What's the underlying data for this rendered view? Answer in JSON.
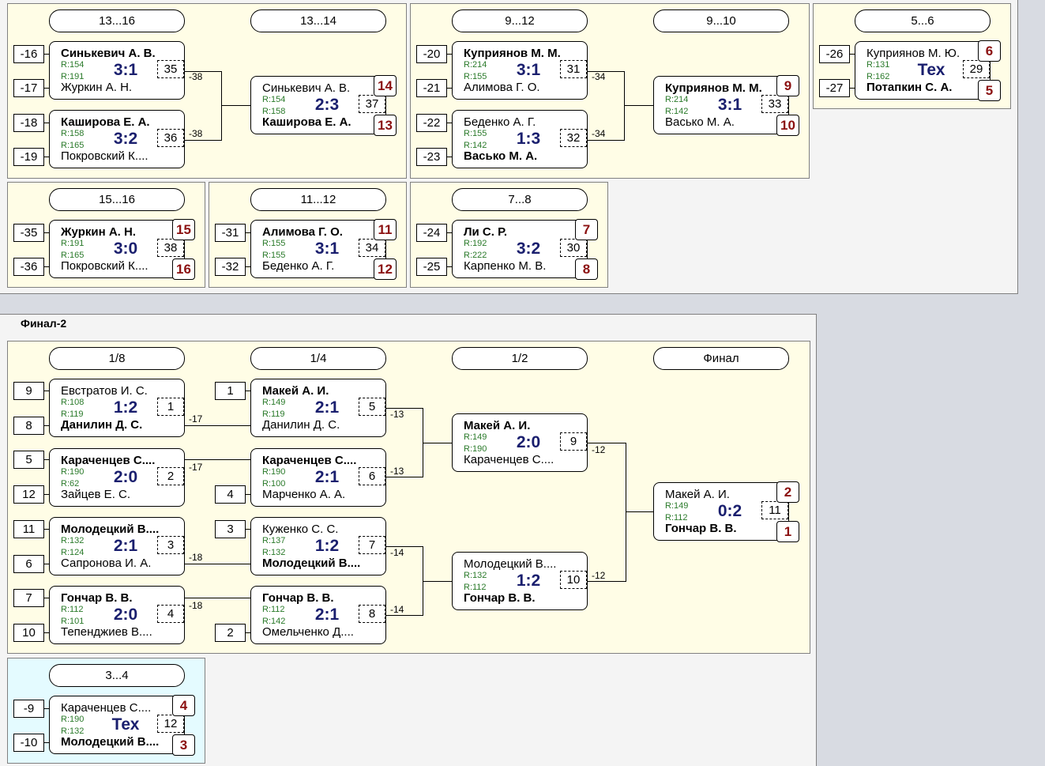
{
  "sections": {
    "final2_title": "Финал-2"
  },
  "round_labels": {
    "r13_16": "13...16",
    "r13_14": "13...14",
    "r9_12": "9...12",
    "r9_10": "9...10",
    "r5_6": "5...6",
    "r15_16": "15...16",
    "r11_12": "11...12",
    "r7_8": "7...8",
    "r1_8": "1/8",
    "r1_4": "1/4",
    "r1_2": "1/2",
    "final": "Финал",
    "r3_4": "3...4"
  },
  "seeds": {
    "s1": "-16",
    "s2": "-17",
    "s3": "-18",
    "s4": "-19",
    "s5": "-20",
    "s6": "-21",
    "s7": "-22",
    "s8": "-23",
    "s9": "-26",
    "s10": "-27",
    "s11": "-35",
    "s12": "-36",
    "s13": "-31",
    "s14": "-32",
    "s15": "-24",
    "s16": "-25",
    "f1": "9",
    "f2": "8",
    "f3": "5",
    "f4": "12",
    "f5": "11",
    "f6": "6",
    "f7": "7",
    "f8": "10",
    "q1": "1",
    "q2": "4",
    "q3": "3",
    "q4": "2",
    "t1": "-9",
    "t2": "-10"
  },
  "link_labels": {
    "l1": "-38",
    "l2": "-38",
    "l3": "-34",
    "l4": "-34",
    "f1": "-17",
    "f2": "-17",
    "f3": "-18",
    "f4": "-18",
    "q1": "-13",
    "q2": "-13",
    "q3": "-14",
    "q4": "-14",
    "s1": "-12",
    "s2": "-12"
  },
  "matches": {
    "m1": {
      "top": "Синькевич А. В.",
      "top_rating": "R:154",
      "bottom": "Журкин А. Н.",
      "bottom_rating": "R:191",
      "score": "3:1",
      "game": "35"
    },
    "m2": {
      "top": "Каширова Е. А.",
      "top_rating": "R:158",
      "bottom": "Покровский К....",
      "bottom_rating": "R:165",
      "score": "3:2",
      "game": "36"
    },
    "m3": {
      "top": "Синькевич А. В.",
      "top_rating": "R:154",
      "bottom": "Каширова Е. А.",
      "bottom_rating": "R:158",
      "score": "2:3",
      "game": "37",
      "place_top": "14",
      "place_bottom": "13"
    },
    "m4": {
      "top": "Куприянов М. М.",
      "top_rating": "R:214",
      "bottom": "Алимова Г. О.",
      "bottom_rating": "R:155",
      "score": "3:1",
      "game": "31"
    },
    "m5": {
      "top": "Беденко А. Г.",
      "top_rating": "R:155",
      "bottom": "Васько М. А.",
      "bottom_rating": "R:142",
      "score": "1:3",
      "game": "32"
    },
    "m6": {
      "top": "Куприянов М. М.",
      "top_rating": "R:214",
      "bottom": "Васько М. А.",
      "bottom_rating": "R:142",
      "score": "3:1",
      "game": "33",
      "place_top": "9",
      "place_bottom": "10"
    },
    "m7": {
      "top": "Куприянов М. Ю.",
      "top_rating": "R:131",
      "bottom": "Потапкин С. А.",
      "bottom_rating": "R:162",
      "score": "Тех",
      "game": "29",
      "place_top": "6",
      "place_bottom": "5"
    },
    "m8": {
      "top": "Журкин А. Н.",
      "top_rating": "R:191",
      "bottom": "Покровский К....",
      "bottom_rating": "R:165",
      "score": "3:0",
      "game": "38",
      "place_top": "15",
      "place_bottom": "16"
    },
    "m9": {
      "top": "Алимова Г. О.",
      "top_rating": "R:155",
      "bottom": "Беденко А. Г.",
      "bottom_rating": "R:155",
      "score": "3:1",
      "game": "34",
      "place_top": "11",
      "place_bottom": "12"
    },
    "m10": {
      "top": "Ли С. Р.",
      "top_rating": "R:192",
      "bottom": "Карпенко М. В.",
      "bottom_rating": "R:222",
      "score": "3:2",
      "game": "30",
      "place_top": "7",
      "place_bottom": "8"
    },
    "f1": {
      "top": "Евстратов И. С.",
      "top_rating": "R:108",
      "bottom": "Данилин Д. С.",
      "bottom_rating": "R:119",
      "score": "1:2",
      "game": "1"
    },
    "f2": {
      "top": "Караченцев С....",
      "top_rating": "R:190",
      "bottom": "Зайцев Е. С.",
      "bottom_rating": "R:62",
      "score": "2:0",
      "game": "2"
    },
    "f3": {
      "top": "Молодецкий В....",
      "top_rating": "R:132",
      "bottom": "Сапронова И. А.",
      "bottom_rating": "R:124",
      "score": "2:1",
      "game": "3"
    },
    "f4": {
      "top": "Гончар В. В.",
      "top_rating": "R:112",
      "bottom": "Тепенджиев В....",
      "bottom_rating": "R:101",
      "score": "2:0",
      "game": "4"
    },
    "q1": {
      "top": "Макей А. И.",
      "top_rating": "R:149",
      "bottom": "Данилин Д. С.",
      "bottom_rating": "R:119",
      "score": "2:1",
      "game": "5"
    },
    "q2": {
      "top": "Караченцев С....",
      "top_rating": "R:190",
      "bottom": "Марченко А. А.",
      "bottom_rating": "R:100",
      "score": "2:1",
      "game": "6"
    },
    "q3": {
      "top": "Куженко С. С.",
      "top_rating": "R:137",
      "bottom": "Молодецкий В....",
      "bottom_rating": "R:132",
      "score": "1:2",
      "game": "7"
    },
    "q4": {
      "top": "Гончар В. В.",
      "top_rating": "R:112",
      "bottom": "Омельченко Д....",
      "bottom_rating": "R:142",
      "score": "2:1",
      "game": "8"
    },
    "sf1": {
      "top": "Макей А. И.",
      "top_rating": "R:149",
      "bottom": "Караченцев С....",
      "bottom_rating": "R:190",
      "score": "2:0",
      "game": "9"
    },
    "sf2": {
      "top": "Молодецкий В....",
      "top_rating": "R:132",
      "bottom": "Гончар В. В.",
      "bottom_rating": "R:112",
      "score": "1:2",
      "game": "10"
    },
    "fin": {
      "top": "Макей А. И.",
      "top_rating": "R:149",
      "bottom": "Гончар В. В.",
      "bottom_rating": "R:112",
      "score": "0:2",
      "game": "11",
      "place_top": "2",
      "place_bottom": "1"
    },
    "th": {
      "top": "Караченцев С....",
      "top_rating": "R:190",
      "bottom": "Молодецкий В....",
      "bottom_rating": "R:132",
      "score": "Тех",
      "game": "12",
      "place_top": "4",
      "place_bottom": "3"
    }
  }
}
